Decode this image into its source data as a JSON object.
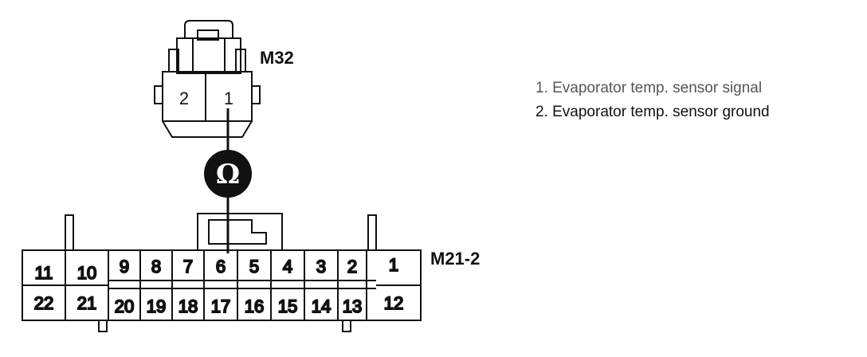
{
  "upper_connector": {
    "label": "M32",
    "pins": [
      "2",
      "1"
    ]
  },
  "lower_connector": {
    "label": "M21-2",
    "top_row": [
      "11",
      "10",
      "9",
      "8",
      "7",
      "6",
      "5",
      "4",
      "3",
      "2",
      "1"
    ],
    "bottom_row": [
      "22",
      "21",
      "20",
      "19",
      "18",
      "17",
      "16",
      "15",
      "14",
      "13",
      "12"
    ]
  },
  "meter": {
    "symbol": "Ω",
    "icon": "ohmmeter-icon"
  },
  "legend": [
    "1. Evaporator temp. sensor signal",
    "2. Evaporator temp. sensor ground"
  ]
}
